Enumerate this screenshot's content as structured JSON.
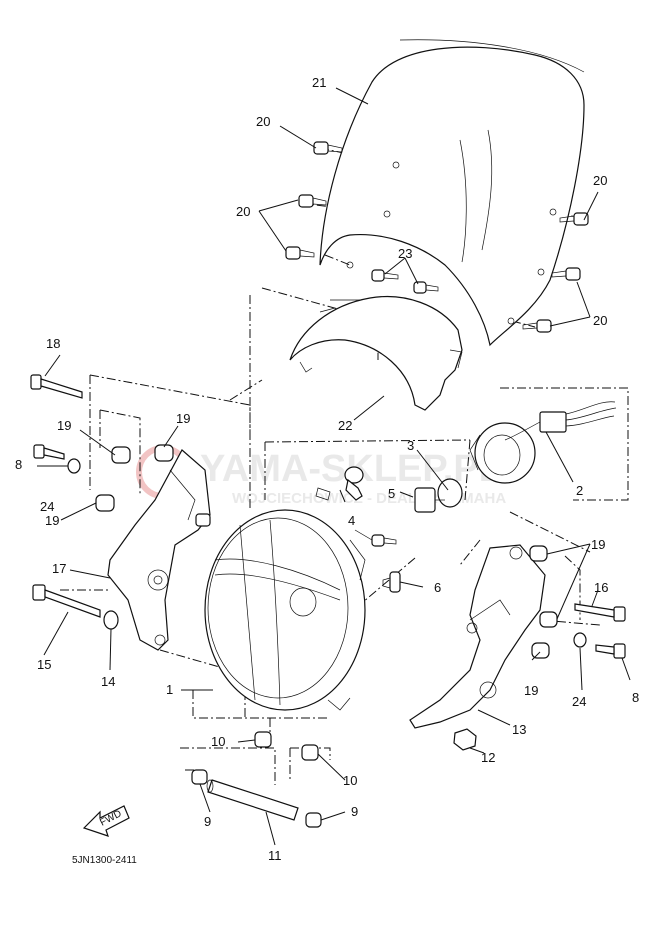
{
  "diagram": {
    "code": "5JN1300-2411",
    "fwd_label": "FWD",
    "watermark": {
      "main": "YAMA-SKLEP.PL",
      "sub": "WOJCIECHOWICZ - DEALER YAMAHA"
    },
    "callouts": [
      "1",
      "2",
      "3",
      "4",
      "5",
      "6",
      "8",
      "8",
      "9",
      "9",
      "10",
      "10",
      "11",
      "12",
      "13",
      "14",
      "15",
      "16",
      "17",
      "18",
      "19",
      "19",
      "19",
      "19",
      "19",
      "20",
      "20",
      "20",
      "20",
      "21",
      "22",
      "23",
      "24",
      "24"
    ],
    "colors": {
      "line": "#111111",
      "background": "#ffffff",
      "watermark": "#e9e9e9",
      "watermark_logo": "#f2c4c4"
    }
  }
}
